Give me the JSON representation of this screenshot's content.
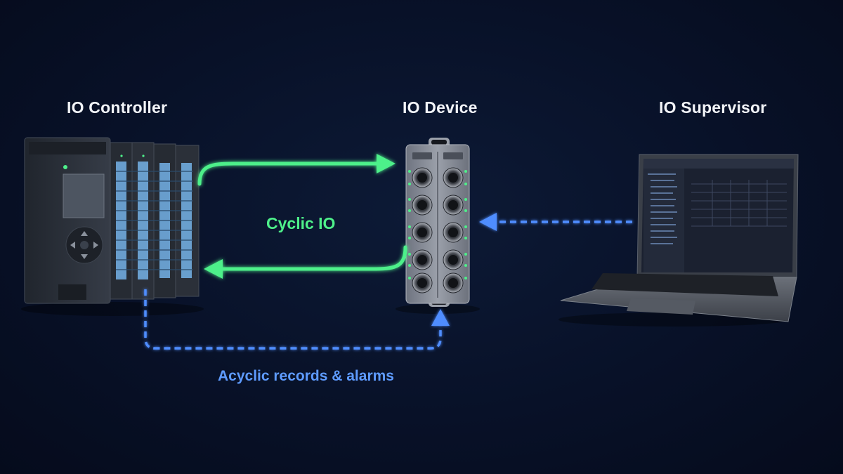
{
  "nodes": {
    "controller": {
      "title": "IO Controller"
    },
    "device": {
      "title": "IO Device"
    },
    "supervisor": {
      "title": "IO Supervisor"
    }
  },
  "flows": {
    "cyclic": {
      "label": "Cyclic IO",
      "color": "#4ef08a"
    },
    "acyclic": {
      "label": "Acyclic records & alarms",
      "color": "#4f8dff"
    }
  },
  "colors": {
    "background": "#081128",
    "device_body": "#8a8f99",
    "plc_body": "#2a2f38",
    "module_led": "#7fc4ff"
  },
  "icons": {
    "controller": "plc-controller-icon",
    "device": "io-block-icon",
    "supervisor": "laptop-icon"
  }
}
